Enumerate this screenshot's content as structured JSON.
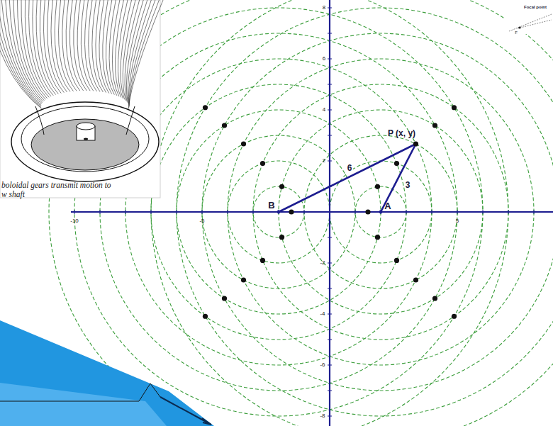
{
  "diagram": {
    "labels": [
      "boloidal gears transmit motion to w shaft",
      "Focal point",
      "F",
      "8",
      "6",
      "4",
      "2",
      "-2",
      "-4",
      "-6",
      "-8",
      "-10",
      "-5",
      "5",
      "B",
      "A",
      "P (x, y)",
      "6",
      "3"
    ]
  }
}
